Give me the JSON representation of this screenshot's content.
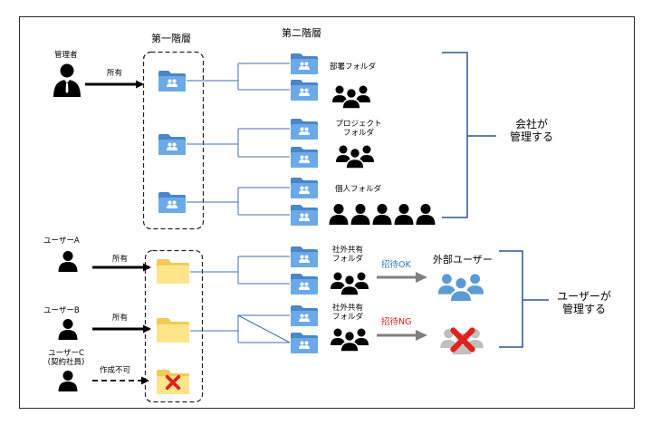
{
  "headers": {
    "tier1": "第一階層",
    "tier2": "第二階層"
  },
  "top": {
    "admin_label": "管理者",
    "ownership_label": "所有",
    "folders": {
      "department": "部署フォルダ",
      "project_line1": "プロジェクト",
      "project_line2": "フォルダ",
      "personal": "個人フォルダ"
    },
    "company_label_line1": "会社が",
    "company_label_line2": "管理する"
  },
  "bottom": {
    "user_a": "ユーザーA",
    "user_b": "ユーザーB",
    "user_c_line1": "ユーザーC",
    "user_c_line2": "(契約社員)",
    "owned_a": "所有",
    "owned_b": "所有",
    "cannot_create": "作成不可",
    "shared_folder_line1": "社外共有",
    "shared_folder_line2": "フォルダ",
    "invite_ok": "招待OK",
    "invite_ng": "招待NG",
    "external_user": "外部ユーザー",
    "user_label_line1": "ユーザーが",
    "user_label_line2": "管理する"
  },
  "colors": {
    "blue_folder": "#5B9BD5",
    "yellow_folder": "#FFE58A",
    "ok_text": "#2E75B6",
    "ng_text": "#E0201B",
    "bracket": "#2F5597",
    "external_users": "#5B9BD5",
    "denied_users": "#BFBFBF",
    "cross": "#E3211C"
  }
}
